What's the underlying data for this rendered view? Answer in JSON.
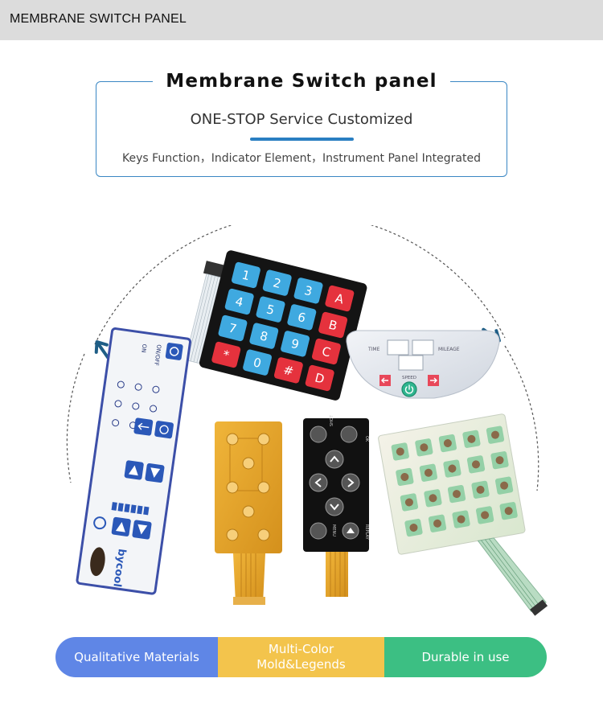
{
  "header": {
    "title": "MEMBRANE SWITCH PANEL"
  },
  "hero": {
    "heading": "Membrane Switch panel",
    "subheading": "ONE-STOP Service Customized",
    "tagline": "Keys Function，Indicator Element，Instrument Panel Integrated"
  },
  "keypad": {
    "keys": [
      "1",
      "2",
      "3",
      "A",
      "4",
      "5",
      "6",
      "B",
      "7",
      "8",
      "9",
      "C",
      "*",
      "0",
      "#",
      "D"
    ]
  },
  "appliance_panel": {
    "time_label": "TIME",
    "mileage_label": "MILEAGE",
    "speed_label": "SPEED"
  },
  "camera_panel": {
    "shot_label": "SHOT",
    "ok_label": "OK",
    "menu_label": "MENU",
    "replay_label": "REPLAY"
  },
  "control_strip": {
    "on_label": "ON",
    "onoff_label": "ON/OFF",
    "brand": "bycool"
  },
  "features": {
    "items": [
      {
        "line1": "Qualitative Materials",
        "line2": ""
      },
      {
        "line1": "Multi-Color",
        "line2": "Mold&Legends"
      },
      {
        "line1": "Durable in use",
        "line2": ""
      }
    ]
  },
  "colors": {
    "accent": "#2a7fc2",
    "feature_blue": "#5f86e6",
    "feature_yellow": "#f3c44c",
    "feature_green": "#3cbf83"
  }
}
